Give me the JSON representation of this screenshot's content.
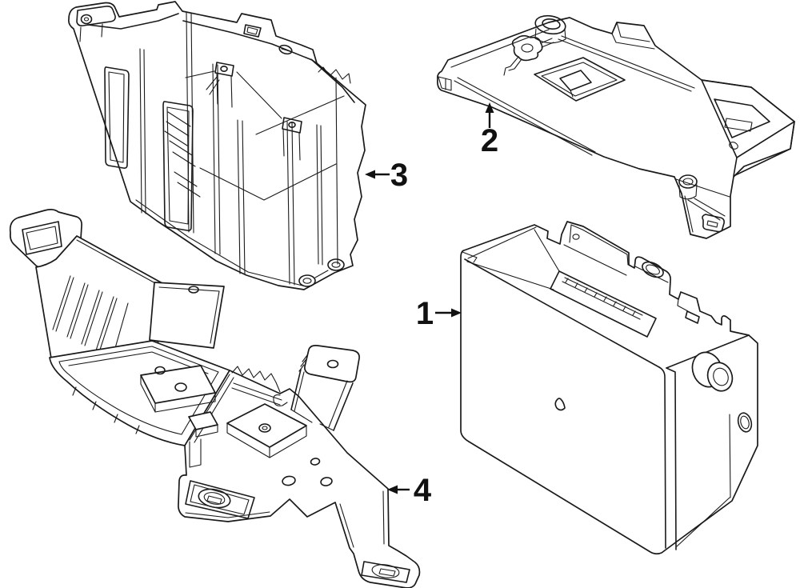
{
  "figure": {
    "background_color": "#ffffff",
    "line_color": "#1a1a1a"
  },
  "callouts": [
    {
      "label": "1"
    },
    {
      "label": "2"
    },
    {
      "label": "3"
    },
    {
      "label": "4"
    }
  ]
}
